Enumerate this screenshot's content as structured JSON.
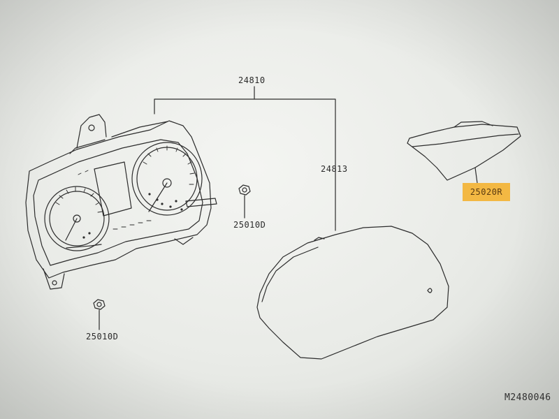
{
  "diagram": {
    "callouts": {
      "assembly": "24810",
      "lens": "24813",
      "screw_right": "25010D",
      "screw_left": "25010D",
      "highlighted_part": "25020R"
    },
    "diagram_id": "M2480046"
  },
  "colors": {
    "paper": "#eceee9",
    "line": "#2c2c2c",
    "highlight": "#f3b843"
  }
}
